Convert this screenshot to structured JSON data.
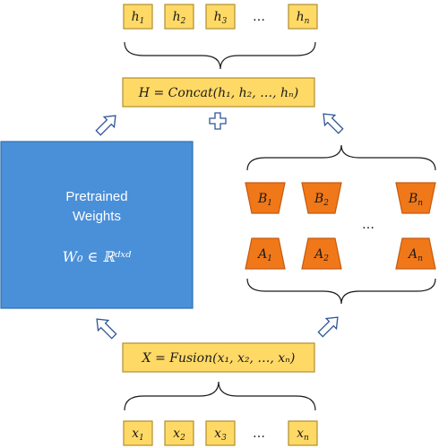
{
  "top_tokens": [
    {
      "base": "h",
      "sub": "1"
    },
    {
      "base": "h",
      "sub": "2"
    },
    {
      "base": "h",
      "sub": "3"
    },
    {
      "base": "…",
      "sub": ""
    },
    {
      "base": "h",
      "sub": "n"
    }
  ],
  "bottom_tokens": [
    {
      "base": "x",
      "sub": "1"
    },
    {
      "base": "x",
      "sub": "2"
    },
    {
      "base": "x",
      "sub": "3"
    },
    {
      "base": "…",
      "sub": ""
    },
    {
      "base": "x",
      "sub": "n"
    }
  ],
  "concat_box": {
    "text": "H = Concat(h₁, h₂, …, hₙ)"
  },
  "fusion_box": {
    "text": "X = Fusion(x₁, x₂, …, xₙ)"
  },
  "pretrained": {
    "line1": "Pretrained",
    "line2": "Weights",
    "formula": "W₀ ∈ ℝᵈˣᵈ"
  },
  "b_adapters": [
    {
      "base": "B",
      "sub": "1"
    },
    {
      "base": "B",
      "sub": "2"
    },
    {
      "base": "B",
      "sub": "n"
    }
  ],
  "a_adapters": [
    {
      "base": "A",
      "sub": "1"
    },
    {
      "base": "A",
      "sub": "2"
    },
    {
      "base": "A",
      "sub": "n"
    }
  ],
  "adapter_ellipsis": "…",
  "colors": {
    "pretrained_fill": "#4A90D9",
    "token_fill": "#FFD966",
    "adapter_fill": "#F07818",
    "arrow_stroke": "#2F5597"
  }
}
